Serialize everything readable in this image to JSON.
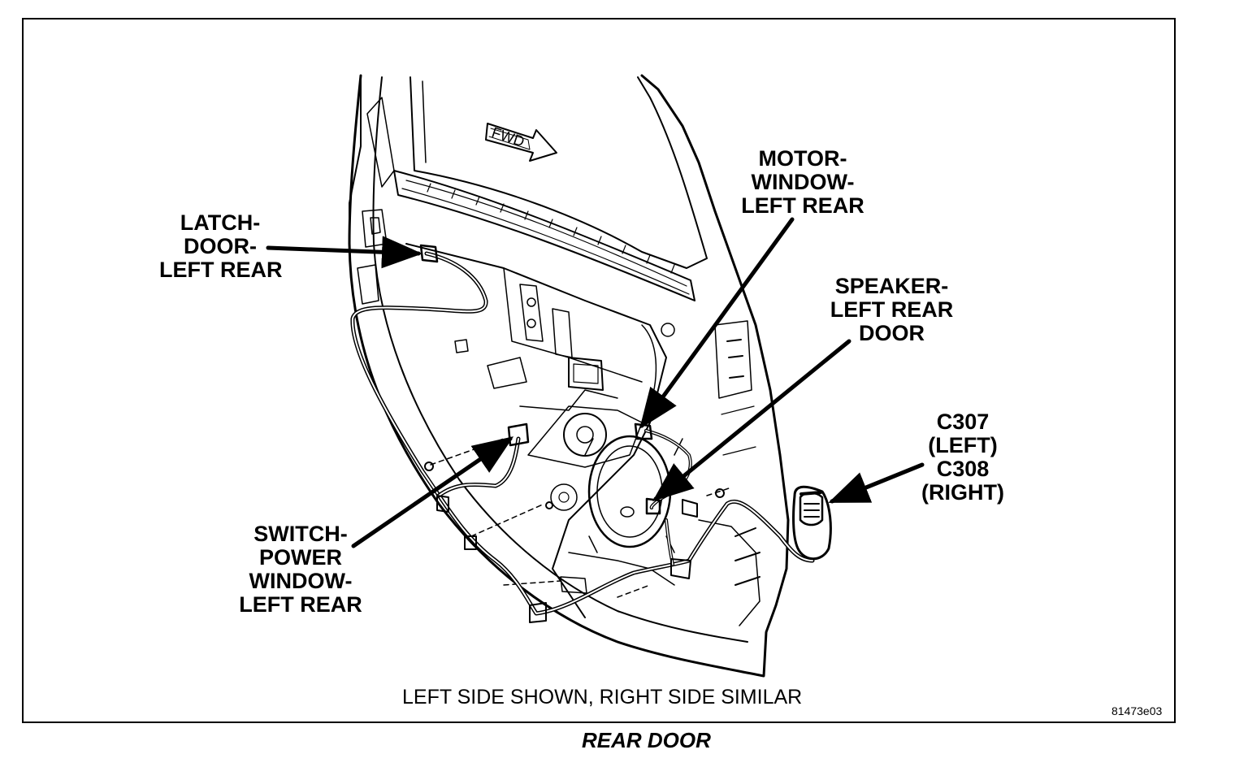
{
  "callouts": {
    "latch": [
      "LATCH-",
      "DOOR-",
      "LEFT REAR"
    ],
    "motor": [
      "MOTOR-",
      "WINDOW-",
      "LEFT REAR"
    ],
    "speaker": [
      "SPEAKER-",
      "LEFT REAR",
      "DOOR"
    ],
    "connector": [
      "C307",
      "(LEFT)",
      "C308",
      "(RIGHT)"
    ],
    "switch": [
      "SWITCH-",
      "POWER",
      "WINDOW-",
      "LEFT REAR"
    ]
  },
  "fwd_label": "FWD",
  "note": "LEFT SIDE SHOWN, RIGHT SIDE SIMILAR",
  "figure_number": "81473e03",
  "caption": "REAR DOOR",
  "colors": {
    "ink": "#000000",
    "paper": "#ffffff"
  }
}
